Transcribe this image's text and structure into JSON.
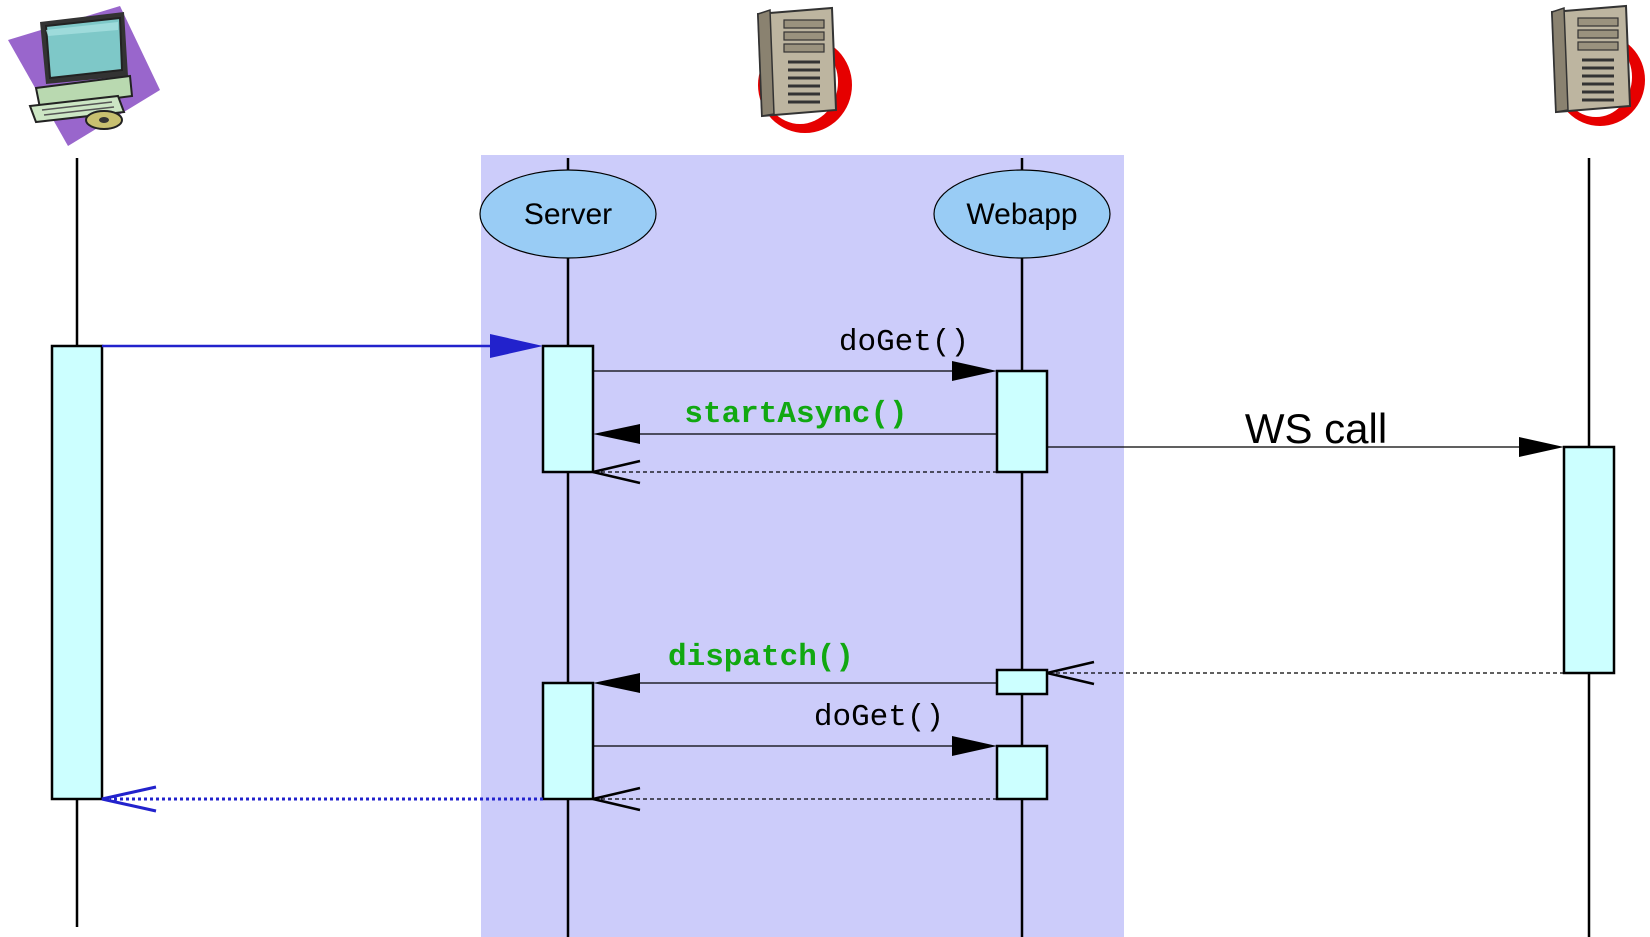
{
  "participants": {
    "server": "Server",
    "webapp": "Webapp"
  },
  "icons": {
    "client": "desktop-computer-icon",
    "app_server": "tower-server-icon",
    "remote_server": "tower-server-icon"
  },
  "messages": {
    "doget_1": "doGet()",
    "start_async": "startAsync()",
    "ws_call": "WS call",
    "dispatch": "dispatch()",
    "doget_2": "doGet()"
  },
  "colors": {
    "container": "#ccccfa",
    "participant_fill": "#99ccf5",
    "activation_fill": "#ccffff",
    "client_arrow": "#2222cc",
    "highlight_text": "#11a811",
    "server_accent": "#e60000"
  }
}
